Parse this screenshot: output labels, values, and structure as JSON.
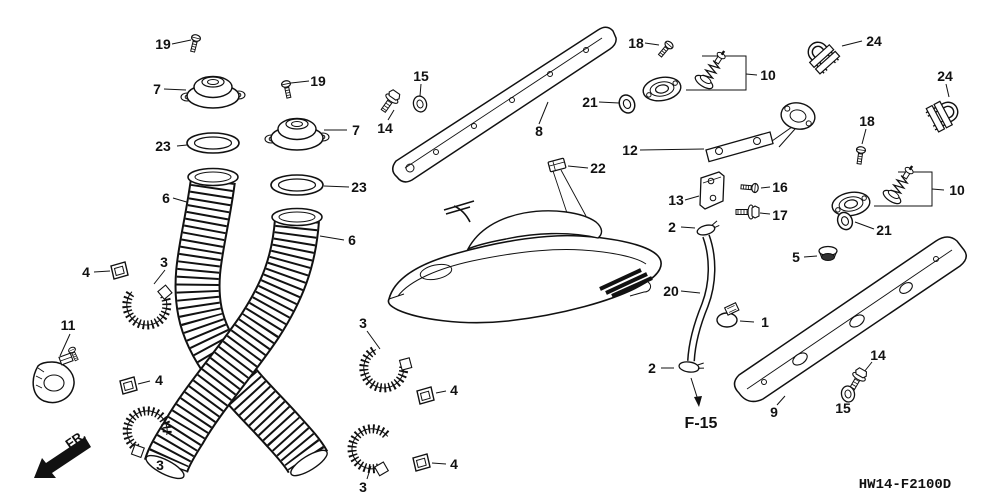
{
  "diagram": {
    "code": "HW14-F2100D",
    "figure_ref": "F-15",
    "front_marker": "FR."
  },
  "labels": {
    "c1": "1",
    "c2a": "2",
    "c2b": "2",
    "c3a": "3",
    "c3b": "3",
    "c3c": "3",
    "c3d": "3",
    "c4a": "4",
    "c4b": "4",
    "c4c": "4",
    "c4d": "4",
    "c5": "5",
    "c6a": "6",
    "c6b": "6",
    "c7a": "7",
    "c7b": "7",
    "c8": "8",
    "c9": "9",
    "c10a": "10",
    "c10b": "10",
    "c11": "11",
    "c12": "12",
    "c13": "13",
    "c14a": "14",
    "c14b": "14",
    "c15a": "15",
    "c15b": "15",
    "c16": "16",
    "c17": "17",
    "c18a": "18",
    "c18b": "18",
    "c19a": "19",
    "c19b": "19",
    "c20": "20",
    "c21a": "21",
    "c21b": "21",
    "c22": "22",
    "c23a": "23",
    "c23b": "23",
    "c24a": "24",
    "c24b": "24"
  }
}
